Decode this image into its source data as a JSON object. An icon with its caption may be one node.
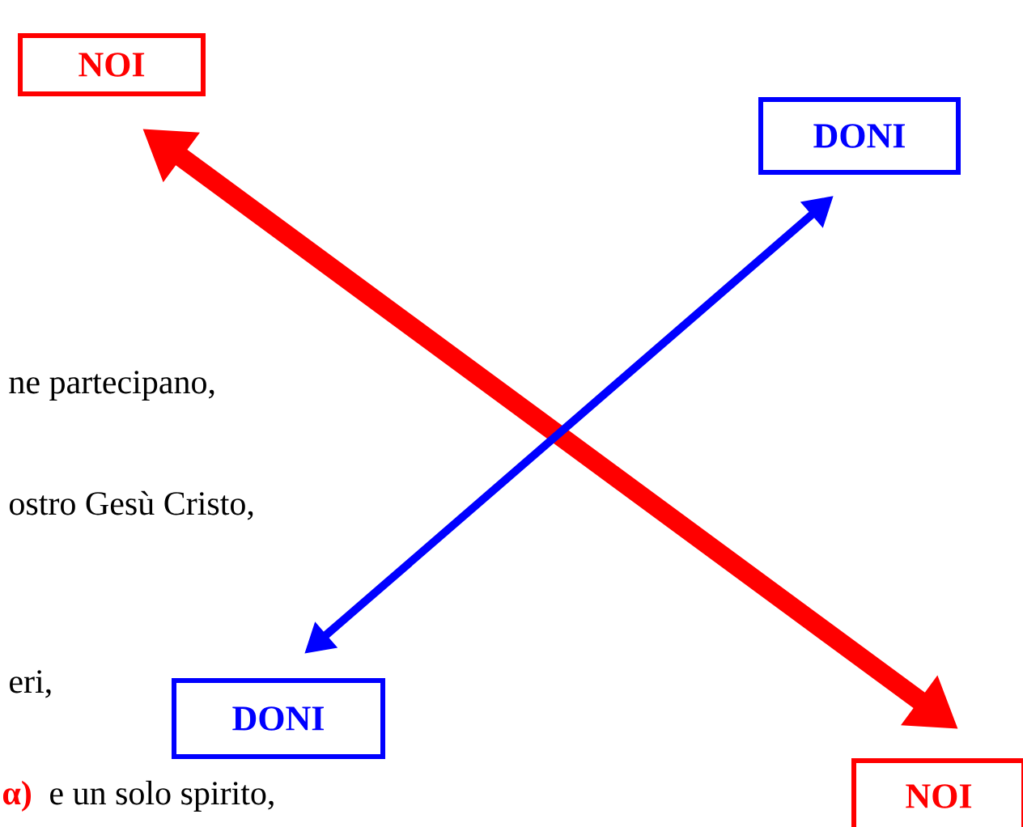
{
  "diagram": {
    "nodes": [
      {
        "text": [
          "NOI"
        ]
      },
      {
        "text": [
          "DONI"
        ]
      },
      {
        "text": [
          "DONI"
        ]
      },
      {
        "text": [
          "NOI"
        ]
      }
    ],
    "edges": [
      {
        "from": 0,
        "to": 3,
        "arrow": "both",
        "style": "thick",
        "color": "#ff0000"
      },
      {
        "from": 1,
        "to": 2,
        "arrow": "both",
        "color": "#0000ff"
      }
    ],
    "labels": [
      "ne partecipano,",
      "ostro Gesù Cristo,",
      "eri,",
      "α)",
      "e un solo spirito,"
    ]
  }
}
